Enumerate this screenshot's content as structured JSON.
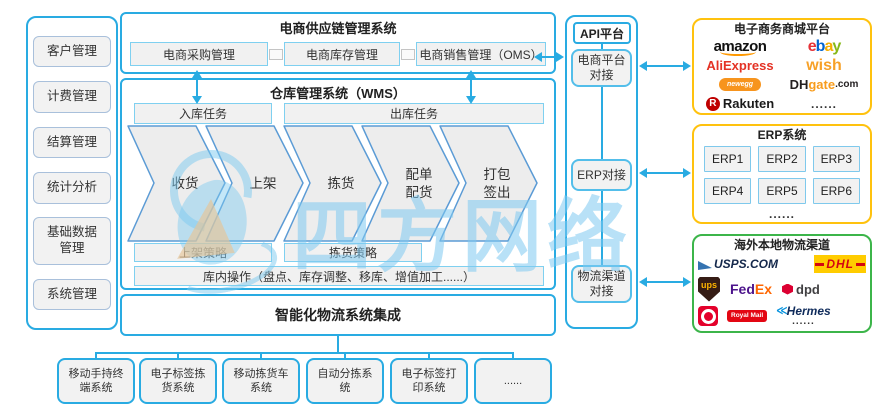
{
  "watermark": {
    "text": "四方网络"
  },
  "sidebar": {
    "items": [
      "客户管理",
      "计费管理",
      "结算管理",
      "统计分析",
      "基础数据\n管理",
      "系统管理"
    ]
  },
  "main": {
    "title": "电商供应链管理系统",
    "top_modules": [
      "电商采购管理",
      "电商库存管理",
      "电商销售管理（OMS）"
    ],
    "wms": {
      "title": "仓库管理系统（WMS）",
      "inbound_task": "入库任务",
      "outbound_task": "出库任务",
      "process_steps": [
        "收货",
        "上架",
        "拣货",
        "配单\n配货",
        "打包\n签出"
      ],
      "putaway_strategy": "上架策略",
      "picking_strategy": "拣货策略",
      "inventory_ops": "库内操作（盘点、库存调整、移库、增值加工......）"
    },
    "integration_title": "智能化物流系统集成"
  },
  "bottom_systems": [
    "移动手持终\n端系统",
    "电子标签拣\n货系统",
    "移动拣货车\n系统",
    "自动分拣系\n统",
    "电子标签打\n印系统",
    "......"
  ],
  "api_platform": {
    "title": "API平台",
    "items": [
      "电商平台\n对接",
      "ERP对接",
      "物流渠道\n对接"
    ]
  },
  "ecommerce_platforms": {
    "title": "电子商务商城平台",
    "amazon": "amazon",
    "ebay_letters": [
      "e",
      "b",
      "a",
      "y"
    ],
    "aliexpress": "AliExpress",
    "wish": "wish",
    "newegg": "newegg",
    "dhgate": {
      "dh": "DH",
      "gate": "gate",
      "com": ".com"
    },
    "rakuten": {
      "initial": "R",
      "text": "Rakuten"
    },
    "more": "......"
  },
  "erp_systems": {
    "title": "ERP系统",
    "items": [
      "ERP1",
      "ERP2",
      "ERP3",
      "ERP4",
      "ERP5",
      "ERP6"
    ],
    "more": "......"
  },
  "logistics_channels": {
    "title": "海外本地物流渠道",
    "usps": "USPS.COM",
    "dhl": "DHL",
    "ups": "ups",
    "fedex": {
      "purple": "Fed",
      "orange": "Ex"
    },
    "dpd": "dpd",
    "royal_mail": "Royal Mail",
    "hermes": "Hermes",
    "more": "......"
  },
  "colors": {
    "accent_blue": "#29ABE2",
    "light_blue_border": "#7FD0F0",
    "chevron_stroke": "#5B9BD5",
    "panel_yellow": "#FFC20E",
    "panel_green": "#3CB54A",
    "box_gray": "#F1F1F1"
  }
}
